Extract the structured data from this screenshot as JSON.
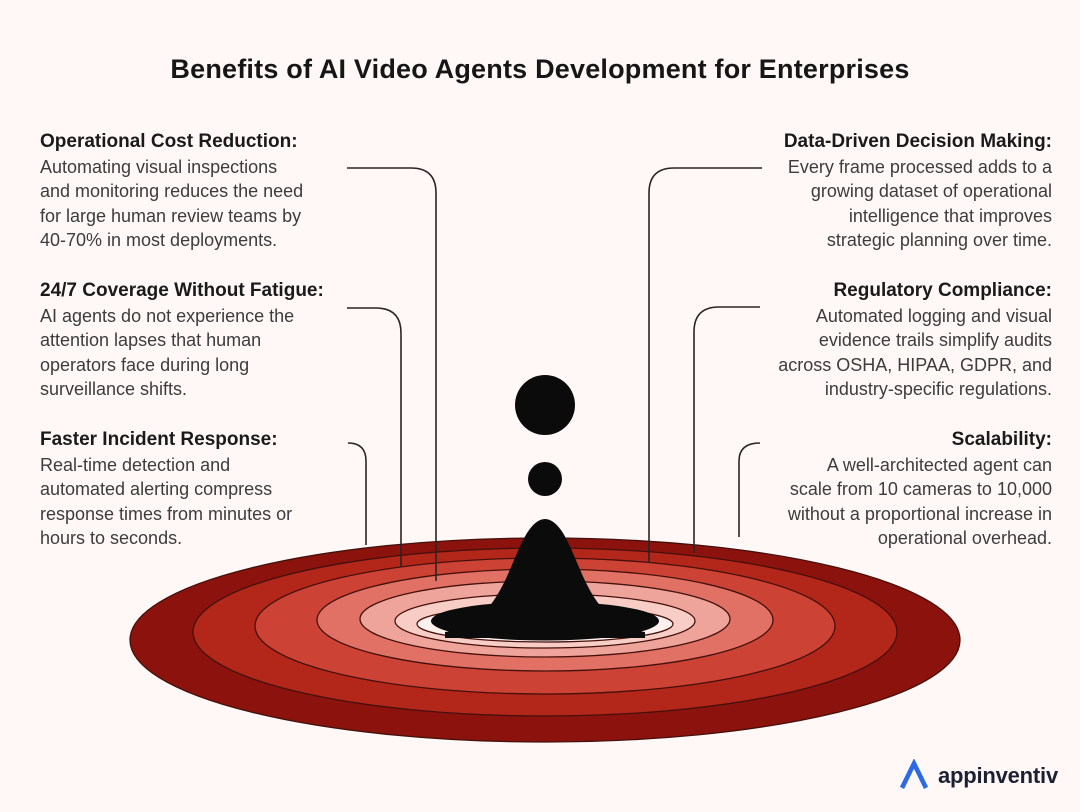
{
  "title": "Benefits of AI Video Agents Development for Enterprises",
  "benefits": {
    "left": [
      {
        "heading": "Operational Cost Reduction:",
        "lines": [
          "Automating visual inspections",
          "and monitoring reduces the need",
          "for large human review teams by",
          "40-70% in most deployments."
        ]
      },
      {
        "heading": "24/7 Coverage Without Fatigue:",
        "lines": [
          "AI agents do not experience the",
          "attention lapses that human",
          "operators face during long",
          "surveillance shifts."
        ]
      },
      {
        "heading": "Faster Incident Response:",
        "lines": [
          "Real-time detection and",
          "automated alerting compress",
          "response times from minutes or",
          "hours to seconds."
        ]
      }
    ],
    "right": [
      {
        "heading": "Data-Driven Decision Making:",
        "lines": [
          "Every frame processed adds to a",
          "growing dataset of operational",
          "intelligence that improves",
          "strategic planning over time."
        ]
      },
      {
        "heading": "Regulatory Compliance:",
        "lines": [
          "Automated logging and visual",
          "evidence trails simplify audits",
          "across OSHA, HIPAA, GDPR, and",
          "industry-specific regulations."
        ]
      },
      {
        "heading": "Scalability:",
        "lines": [
          "A well-architected agent can",
          "scale from 10 cameras to 10,000",
          "without a proportional increase in",
          "operational overhead."
        ]
      }
    ]
  },
  "illustration": {
    "name": "water-droplet-ripple",
    "ring_colors": [
      "#8C130D",
      "#B3261A",
      "#CC4335",
      "#E07164",
      "#EEA49A",
      "#F7CDC6",
      "#FDF0ED"
    ],
    "splash_color": "#0B0B0B"
  },
  "colors": {
    "background": "#FFF8F7",
    "connector": "#2B2422",
    "accent_blue": "#2B6BE8",
    "logo_text_color": "#1B2032"
  },
  "logo": {
    "text": "appinventiv"
  }
}
